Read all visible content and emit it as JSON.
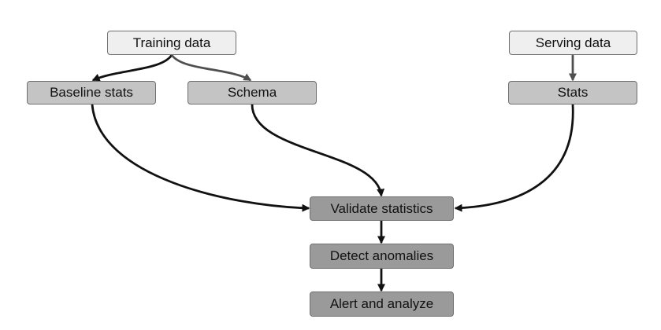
{
  "nodes": {
    "training_data": "Training data",
    "serving_data": "Serving data",
    "baseline_stats": "Baseline stats",
    "schema": "Schema",
    "stats": "Stats",
    "validate_statistics": "Validate statistics",
    "detect_anomalies": "Detect anomalies",
    "alert_and_analyze": "Alert and analyze"
  },
  "edges": [
    {
      "from": "training_data",
      "to": "baseline_stats"
    },
    {
      "from": "training_data",
      "to": "schema"
    },
    {
      "from": "serving_data",
      "to": "stats"
    },
    {
      "from": "baseline_stats",
      "to": "validate_statistics"
    },
    {
      "from": "schema",
      "to": "validate_statistics"
    },
    {
      "from": "stats",
      "to": "validate_statistics"
    },
    {
      "from": "validate_statistics",
      "to": "detect_anomalies"
    },
    {
      "from": "detect_anomalies",
      "to": "alert_and_analyze"
    }
  ],
  "colors": {
    "input_fill": "#efefef",
    "stats_fill": "#c4c4c4",
    "process_fill": "#9a9a9a",
    "border": "#6f6f6f",
    "edge_dark": "#111111",
    "edge_gray": "#4f4f4f"
  }
}
